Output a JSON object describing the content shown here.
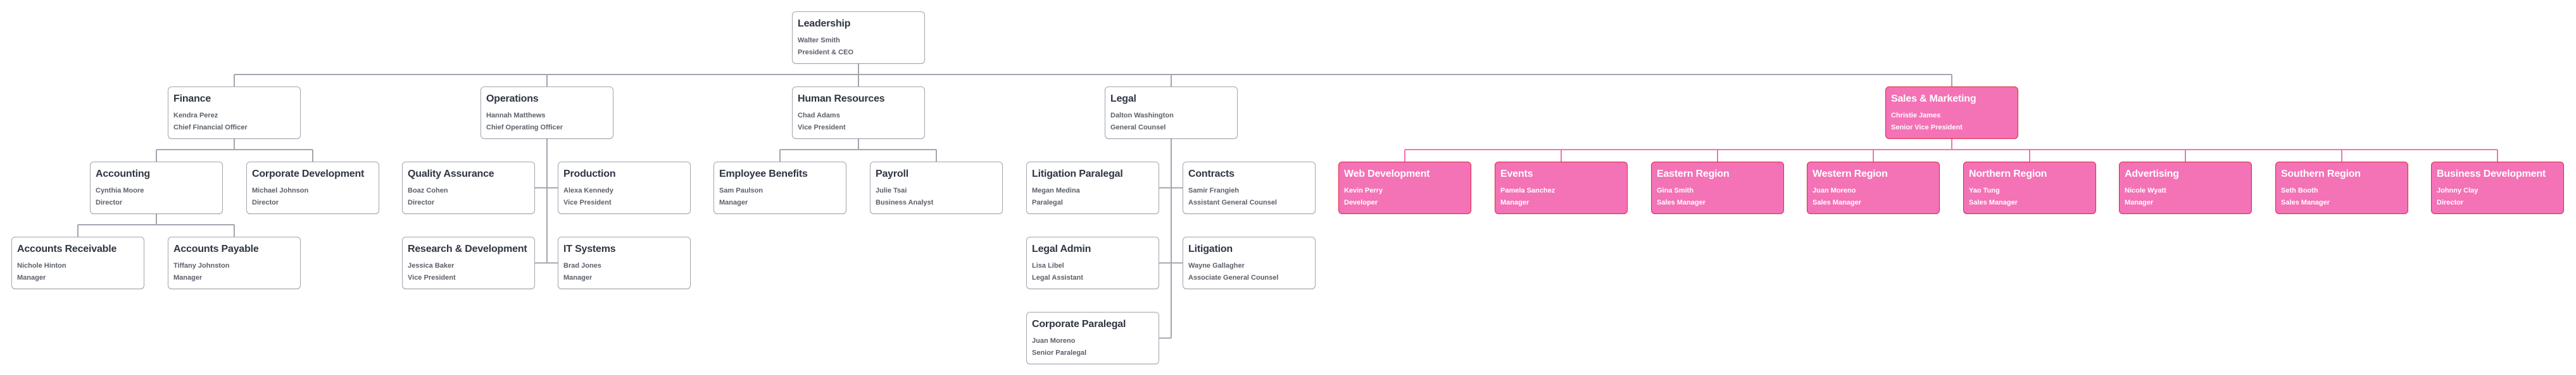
{
  "colors": {
    "line": "#a3a6b0",
    "highlight_fill": "#f472b6",
    "highlight_border": "#e0283c",
    "highlight_line": "#f472b6",
    "text": "#2f3542",
    "subtext": "#5b606b"
  },
  "org": {
    "id": "leadership",
    "department": "Leadership",
    "name": "Walter Smith",
    "role": "President & CEO",
    "children": [
      {
        "id": "finance",
        "department": "Finance",
        "name": "Kendra Perez",
        "role": "Chief Financial Officer",
        "children": [
          {
            "id": "accounting",
            "department": "Accounting",
            "name": "Cynthia Moore",
            "role": "Director",
            "children": [
              {
                "id": "ar",
                "department": "Accounts Receivable",
                "name": "Nichole Hinton",
                "role": "Manager"
              },
              {
                "id": "ap",
                "department": "Accounts Payable",
                "name": "Tiffany Johnston",
                "role": "Manager"
              }
            ]
          },
          {
            "id": "corpdev",
            "department": "Corporate Development",
            "name": "Michael Johnson",
            "role": "Director"
          }
        ]
      },
      {
        "id": "operations",
        "department": "Operations",
        "name": "Hannah Matthews",
        "role": "Chief Operating Officer",
        "children": [
          {
            "id": "qa",
            "department": "Quality Assurance",
            "name": "Boaz Cohen",
            "role": "Director"
          },
          {
            "id": "production",
            "department": "Production",
            "name": "Alexa Kennedy",
            "role": "Vice President"
          },
          {
            "id": "rnd",
            "department": "Research & Development",
            "name": "Jessica Baker",
            "role": "Vice President"
          },
          {
            "id": "it",
            "department": "IT Systems",
            "name": "Brad Jones",
            "role": "Manager"
          }
        ]
      },
      {
        "id": "hr",
        "department": "Human Resources",
        "name": "Chad Adams",
        "role": "Vice President",
        "children": [
          {
            "id": "benefits",
            "department": "Employee Benefits",
            "name": "Sam Paulson",
            "role": "Manager"
          },
          {
            "id": "payroll",
            "department": "Payroll",
            "name": "Julie Tsai",
            "role": "Business Analyst"
          }
        ]
      },
      {
        "id": "legal",
        "department": "Legal",
        "name": "Dalton Washington",
        "role": "General Counsel",
        "children": [
          {
            "id": "litpara",
            "department": "Litigation Paralegal",
            "name": "Megan Medina",
            "role": "Paralegal"
          },
          {
            "id": "contracts",
            "department": "Contracts",
            "name": "Samir Frangieh",
            "role": "Assistant General Counsel"
          },
          {
            "id": "legaladmin",
            "department": "Legal Admin",
            "name": "Lisa Libel",
            "role": "Legal Assistant"
          },
          {
            "id": "litigation",
            "department": "Litigation",
            "name": "Wayne Gallagher",
            "role": "Associate General Counsel"
          },
          {
            "id": "corppara",
            "department": "Corporate Paralegal",
            "name": "Juan Moreno",
            "role": "Senior Paralegal"
          }
        ]
      },
      {
        "id": "sales",
        "department": "Sales & Marketing",
        "name": "Christie James",
        "role": "Senior Vice President",
        "highlighted": true,
        "children": [
          {
            "id": "webdev",
            "department": "Web Development",
            "name": "Kevin Perry",
            "role": "Developer",
            "highlighted": true
          },
          {
            "id": "events",
            "department": "Events",
            "name": "Pamela Sanchez",
            "role": "Manager",
            "highlighted": true
          },
          {
            "id": "eastern",
            "department": "Eastern Region",
            "name": "Gina Smith",
            "role": "Sales Manager",
            "highlighted": true
          },
          {
            "id": "western",
            "department": "Western Region",
            "name": "Juan Moreno",
            "role": "Sales Manager",
            "highlighted": true
          },
          {
            "id": "northern",
            "department": "Northern Region",
            "name": "Yao Tung",
            "role": "Sales Manager",
            "highlighted": true
          },
          {
            "id": "advertising",
            "department": "Advertising",
            "name": "Nicole Wyatt",
            "role": "Manager",
            "highlighted": true
          },
          {
            "id": "southern",
            "department": "Southern Region",
            "name": "Seth Booth",
            "role": "Sales Manager",
            "highlighted": true
          },
          {
            "id": "bizdev",
            "department": "Business Development",
            "name": "Johnny Clay",
            "role": "Director",
            "highlighted": true
          }
        ]
      }
    ]
  }
}
